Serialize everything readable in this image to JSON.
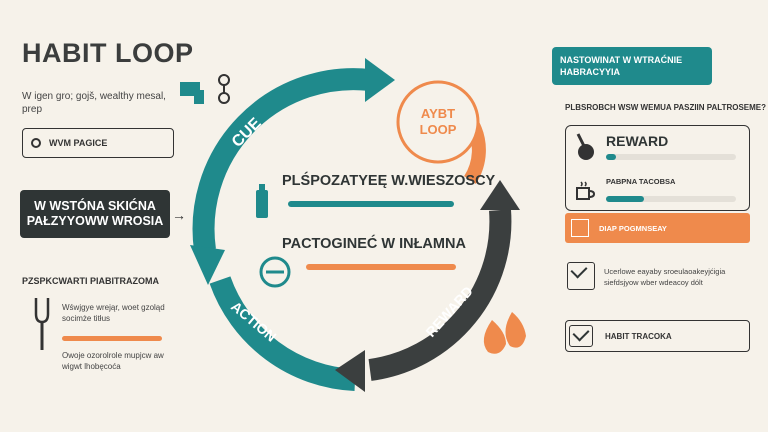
{
  "title": "HABIT LOOP",
  "subtitle": "W igen gro; gojš, wealthy mesal, prep",
  "pill_label": "WVM PAGICE",
  "dark_box": "W WSTÓNA SKIĆNA PAŁZYYOWW WROSIA",
  "section2_title": "PZSPKCWARTI PIABITRAZOMA",
  "note1": "Wśwjgye wrejąr, woet gzoląd socimże titłus",
  "note2": "Owoje ozorolrole mupjcw aw wigwt lhobęcoća",
  "loop": {
    "cue": "CUE",
    "action": "ACTION",
    "reward": "REWARD",
    "center_label": "AYBT LOOP"
  },
  "center_line1": "PLŚPOZATYEĘ W.WIESZOSCY",
  "center_line2": "PACTOGINEĆ W INŁAMNA",
  "right": {
    "header": "NASTOWINAT W WTRAĆNIE HABRACYYIA",
    "question": "PLBSROBCH WSW WEMUA PASZIIN PALTROSEME?",
    "reward_title": "REWARD",
    "reward_sub": "PABPNA TACOBSA",
    "orange_label": "DIAP POGMNSEAY",
    "check_text": "Ucerlowe eayaby sroeulaoakeyjćigia siefdsjyow wber wdeacoy dólt",
    "tracker_label": "HABIT TRACOKA"
  },
  "colors": {
    "teal": "#1f8a8c",
    "orange": "#ef8a4c",
    "dark": "#2f3535",
    "background": "#f6f2ea"
  }
}
